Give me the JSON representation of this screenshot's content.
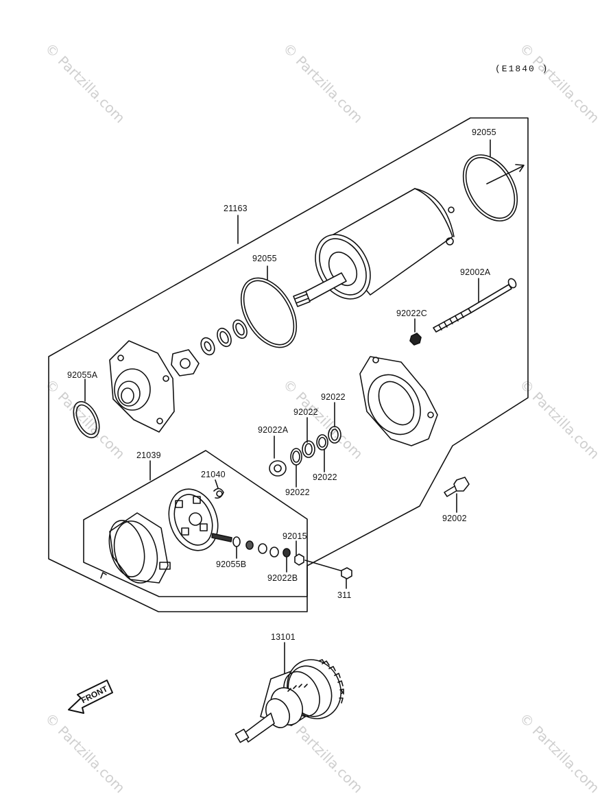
{
  "diagram_code": "(E1840 )",
  "watermark": "© Partzilla.com",
  "front_label": "FRONT",
  "parts": {
    "p21163": "21163",
    "p92055_top": "92055",
    "p92055_mid": "92055",
    "p92002A": "92002A",
    "p92022C": "92022C",
    "p92055A": "92055A",
    "p92022_a": "92022",
    "p92022_b": "92022",
    "p92022A": "92022A",
    "p92022_c": "92022",
    "p92022_d": "92022",
    "p21039": "21039",
    "p21040": "21040",
    "p92002": "92002",
    "p92015": "92015",
    "p92055B": "92055B",
    "p92022B": "92022B",
    "p311": "311",
    "p13101": "13101"
  }
}
